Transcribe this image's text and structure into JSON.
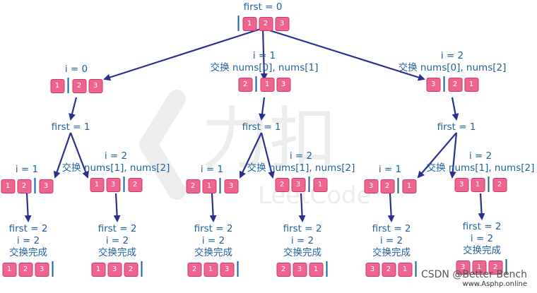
{
  "colors": {
    "text": "#1f5f9e",
    "box": "#f06490",
    "box_border": "#c63a68",
    "line": "#2b2f8f"
  },
  "watermark": {
    "logo": "力扣",
    "sub": "LeetCode"
  },
  "footer": {
    "credit": "CSDN @Better Bench",
    "site": "www.Asphp.online"
  },
  "nodes": [
    {
      "id": "root",
      "lines": [
        "first = 0"
      ],
      "array": [
        "1",
        "2",
        "3"
      ],
      "bar": 0
    },
    {
      "id": "a",
      "lines": [
        "i = 0"
      ],
      "array": [
        "1",
        "2",
        "3"
      ],
      "bar": 1
    },
    {
      "id": "b",
      "lines": [
        "i = 1",
        "交换 nums[0], nums[1]"
      ],
      "array": [
        "2",
        "1",
        "3"
      ],
      "bar": 1
    },
    {
      "id": "c",
      "lines": [
        "i = 2",
        "交换 nums[0], nums[2]"
      ],
      "array": [
        "3",
        "2",
        "1"
      ],
      "bar": 1
    },
    {
      "id": "a-first",
      "lines": [
        "first = 1"
      ]
    },
    {
      "id": "b-first",
      "lines": [
        "first = 1"
      ]
    },
    {
      "id": "c-first",
      "lines": [
        "first = 1"
      ]
    },
    {
      "id": "aa",
      "lines": [
        "i = 1"
      ],
      "array": [
        "1",
        "2",
        "3"
      ],
      "bar": 2
    },
    {
      "id": "ab",
      "lines": [
        "i = 2",
        "交换 nums[1], nums[2]"
      ],
      "array": [
        "1",
        "3",
        "2"
      ],
      "bar": 2
    },
    {
      "id": "ba",
      "lines": [
        "i = 1"
      ],
      "array": [
        "2",
        "1",
        "3"
      ],
      "bar": 2
    },
    {
      "id": "bb",
      "lines": [
        "i = 2",
        "交换 nums[1], nums[2]"
      ],
      "array": [
        "2",
        "3",
        "1"
      ],
      "bar": 2
    },
    {
      "id": "ca",
      "lines": [
        "i = 1"
      ],
      "array": [
        "3",
        "2",
        "1"
      ],
      "bar": 2
    },
    {
      "id": "cb",
      "lines": [
        "i = 2",
        "交换 nums[1], nums[2]"
      ],
      "array": [
        "3",
        "1",
        "2"
      ],
      "bar": 2
    },
    {
      "id": "aa-leaf",
      "lines": [
        "first = 2",
        "i = 2",
        "交换完成"
      ],
      "array": [
        "1",
        "2",
        "3"
      ],
      "bar": 3
    },
    {
      "id": "ab-leaf",
      "lines": [
        "first = 2",
        "i = 2",
        "交换完成"
      ],
      "array": [
        "1",
        "3",
        "2"
      ],
      "bar": 3
    },
    {
      "id": "ba-leaf",
      "lines": [
        "first = 2",
        "i = 2",
        "交换完成"
      ],
      "array": [
        "2",
        "1",
        "3"
      ],
      "bar": 3
    },
    {
      "id": "bb-leaf",
      "lines": [
        "first = 2",
        "i = 2",
        "交换完成"
      ],
      "array": [
        "2",
        "3",
        "1"
      ],
      "bar": 3
    },
    {
      "id": "ca-leaf",
      "lines": [
        "first = 2",
        "i = 2",
        "交换完成"
      ],
      "array": [
        "3",
        "2",
        "1"
      ],
      "bar": 3
    },
    {
      "id": "cb-leaf",
      "lines": [
        "first = 2",
        "i = 2",
        "交换完成"
      ],
      "array": [
        "3",
        "1",
        "2"
      ],
      "bar": 3
    }
  ],
  "edges": [
    [
      "root",
      "a"
    ],
    [
      "root",
      "b"
    ],
    [
      "root",
      "c"
    ],
    [
      "a",
      "a-first"
    ],
    [
      "b",
      "b-first"
    ],
    [
      "c",
      "c-first"
    ],
    [
      "a-first",
      "aa"
    ],
    [
      "a-first",
      "ab"
    ],
    [
      "b-first",
      "ba"
    ],
    [
      "b-first",
      "bb"
    ],
    [
      "c-first",
      "ca"
    ],
    [
      "c-first",
      "cb"
    ],
    [
      "aa",
      "aa-leaf"
    ],
    [
      "ab",
      "ab-leaf"
    ],
    [
      "ba",
      "ba-leaf"
    ],
    [
      "bb",
      "bb-leaf"
    ],
    [
      "ca",
      "ca-leaf"
    ],
    [
      "cb",
      "cb-leaf"
    ]
  ]
}
